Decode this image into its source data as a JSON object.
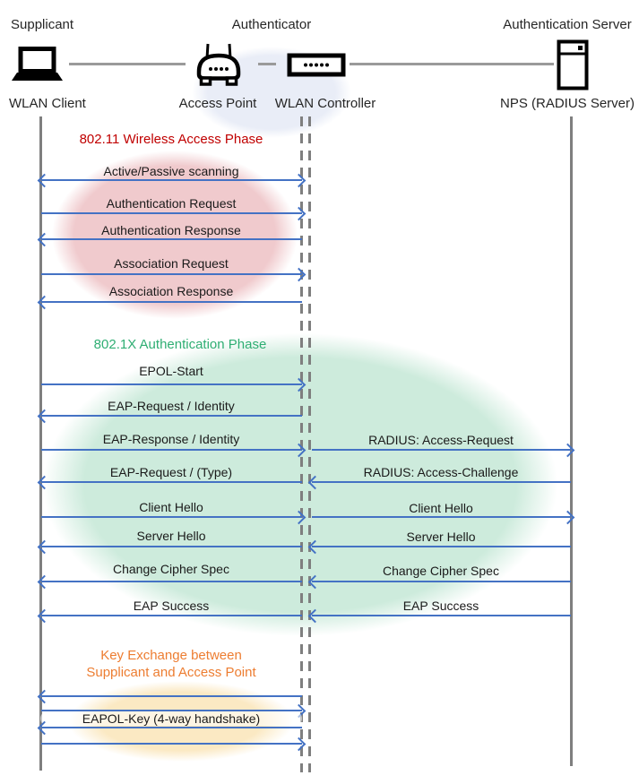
{
  "roles": {
    "supplicant": "Supplicant",
    "authenticator": "Authenticator",
    "auth_server": "Authentication Server"
  },
  "nodes": {
    "client": "WLAN Client",
    "access_point": "Access Point",
    "controller": "WLAN Controller",
    "server": "NPS (RADIUS Server)"
  },
  "phases": {
    "wireless_access": {
      "title": "802.11 Wireless Access Phase",
      "title_color": "#C00000",
      "fill": "#F0CACD"
    },
    "authentication": {
      "title": "802.1X Authentication Phase",
      "title_color": "#2FAE73",
      "fill": "#CDEBDC"
    },
    "key_exchange": {
      "title_line1": "Key Exchange between",
      "title_line2": "Supplicant and Access Point",
      "title_color": "#ED7D31",
      "fill": "#FBE9C3"
    }
  },
  "colors": {
    "arrow": "#4472C4",
    "lifeline": "#7F7F7F",
    "connector": "#9A9A9A",
    "header_ellipse": "#E9EDF7",
    "red_title": "#C00000",
    "green_title": "#2FAE73",
    "orange_title": "#ED7D31"
  },
  "icons": [
    "laptop-icon",
    "access-point-icon",
    "wlan-controller-icon",
    "server-icon"
  ],
  "messages": [
    {
      "label": "Active/Passive scanning",
      "span": "client-controller",
      "direction": "both"
    },
    {
      "label": "Authentication Request",
      "span": "client-controller",
      "direction": "right"
    },
    {
      "label": "Authentication Response",
      "span": "client-controller",
      "direction": "left"
    },
    {
      "label": "Association Request",
      "span": "client-controller",
      "direction": "right"
    },
    {
      "label": "Association Response",
      "span": "client-controller",
      "direction": "left"
    },
    {
      "label": "EPOL-Start",
      "span": "client-controller",
      "direction": "right"
    },
    {
      "label": "EAP-Request / Identity",
      "span": "client-controller",
      "direction": "left"
    },
    {
      "label": "EAP-Response / Identity",
      "span": "client-controller",
      "direction": "right"
    },
    {
      "label": "RADIUS: Access-Request",
      "span": "controller-server",
      "direction": "right"
    },
    {
      "label": "EAP-Request / (Type)",
      "span": "client-controller",
      "direction": "left"
    },
    {
      "label": "RADIUS: Access-Challenge",
      "span": "controller-server",
      "direction": "left"
    },
    {
      "label": "Client Hello",
      "span": "client-controller",
      "direction": "right"
    },
    {
      "label": "Client Hello",
      "span": "controller-server",
      "direction": "right"
    },
    {
      "label": "Server Hello",
      "span": "client-controller",
      "direction": "left"
    },
    {
      "label": "Server Hello",
      "span": "controller-server",
      "direction": "left"
    },
    {
      "label": "Change Cipher Spec",
      "span": "client-controller",
      "direction": "left"
    },
    {
      "label": "Change Cipher Spec",
      "span": "controller-server",
      "direction": "left"
    },
    {
      "label": "EAP Success",
      "span": "client-controller",
      "direction": "left"
    },
    {
      "label": "EAP Success",
      "span": "controller-server",
      "direction": "left"
    },
    {
      "label": "",
      "span": "client-controller",
      "direction": "left"
    },
    {
      "label": "",
      "span": "client-controller",
      "direction": "right"
    },
    {
      "label": "EAPOL-Key (4-way handshake)",
      "span": "client-controller",
      "direction": "left"
    },
    {
      "label": "",
      "span": "client-controller",
      "direction": "right"
    }
  ]
}
